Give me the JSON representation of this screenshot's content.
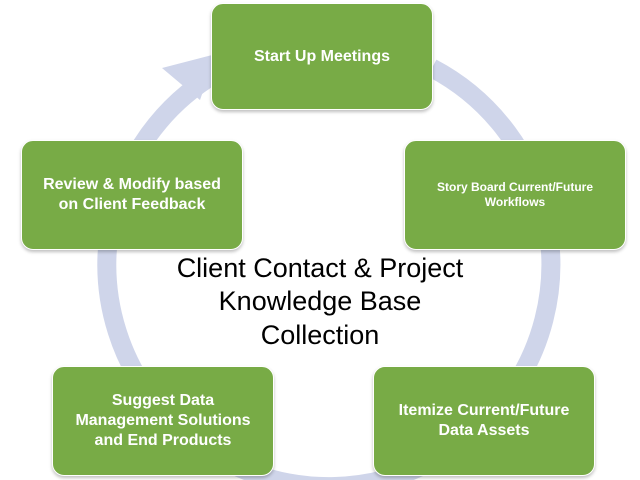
{
  "diagram": {
    "center_text": "Client Contact & Project Knowledge Base Collection",
    "nodes": [
      {
        "label": "Start Up Meetings"
      },
      {
        "label": "Story Board Current/Future Workflows"
      },
      {
        "label": "Itemize Current/Future Data Assets"
      },
      {
        "label": "Suggest Data Management Solutions and End Products"
      },
      {
        "label": "Review & Modify based on Client Feedback"
      }
    ],
    "colors": {
      "node_fill": "#78ab46",
      "node_text": "#ffffff",
      "cycle_arrow": "#cfd5ea",
      "center_text": "#000000"
    }
  }
}
